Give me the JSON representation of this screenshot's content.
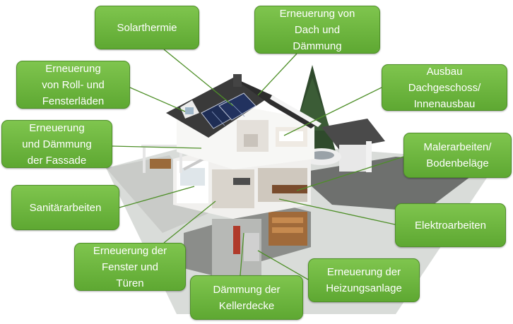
{
  "colors": {
    "callout_green": "#6bb43d",
    "callout_border": "#4e8f28",
    "leader_line": "#4e8f28",
    "background": "#ffffff"
  },
  "callouts": [
    {
      "id": "solarthermie",
      "text": "Solarthermie"
    },
    {
      "id": "dach",
      "text": "Erneuerung von\nDach und\nDämmung"
    },
    {
      "id": "rolllaeden",
      "text": "Erneuerung\nvon Roll- und\nFensterläden"
    },
    {
      "id": "dachgeschoss",
      "text": "Ausbau\nDachgeschoss/\nInnenausbau"
    },
    {
      "id": "fassade",
      "text": "Erneuerung\nund Dämmung\nder Fassade"
    },
    {
      "id": "maler",
      "text": "Malerarbeiten/\nBodenbeläge"
    },
    {
      "id": "sanitaer",
      "text": "Sanitärarbeiten"
    },
    {
      "id": "elektro",
      "text": "Elektroarbeiten"
    },
    {
      "id": "fenster",
      "text": "Erneuerung der\nFenster und\nTüren"
    },
    {
      "id": "heizung",
      "text": "Erneuerung der\nHeizungsanlage"
    },
    {
      "id": "kellerdecke",
      "text": "Dämmung der\nKellerdecke"
    }
  ]
}
